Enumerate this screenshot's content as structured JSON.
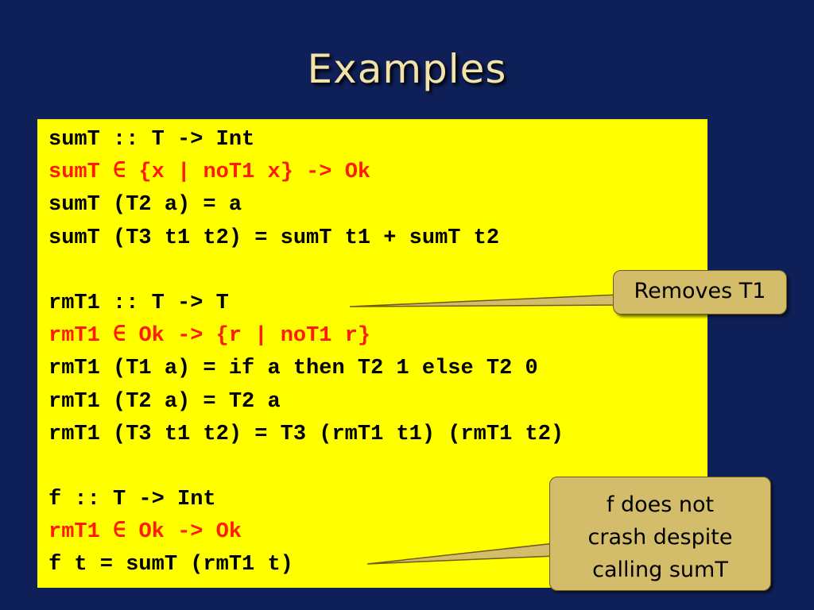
{
  "title": "Examples",
  "colors": {
    "background": "#0f2058",
    "code_background": "#ffff00",
    "code_text": "#000000",
    "code_highlight": "#ff1a00",
    "callout": "#d4bd6a",
    "title": "#f3e3a8"
  },
  "code_lines": [
    {
      "text": "sumT :: T -> Int",
      "color": "black"
    },
    {
      "text": "sumT ∈ {x | noT1 x} -> Ok",
      "color": "red"
    },
    {
      "text": "sumT (T2 a) = a",
      "color": "black"
    },
    {
      "text": "sumT (T3 t1 t2) = sumT t1 + sumT t2",
      "color": "black"
    },
    {
      "text": "",
      "color": "black"
    },
    {
      "text": "rmT1 :: T -> T",
      "color": "black"
    },
    {
      "text": "rmT1 ∈ Ok -> {r | noT1 r}",
      "color": "red"
    },
    {
      "text": "rmT1 (T1 a) = if a then T2 1 else T2 0",
      "color": "black"
    },
    {
      "text": "rmT1 (T2 a) = T2 a",
      "color": "black"
    },
    {
      "text": "rmT1 (T3 t1 t2) = T3 (rmT1 t1) (rmT1 t2)",
      "color": "black"
    },
    {
      "text": "",
      "color": "black"
    },
    {
      "text": "f :: T -> Int",
      "color": "black"
    },
    {
      "text": "rmT1 ∈ Ok -> Ok",
      "color": "red"
    },
    {
      "text": "f t = sumT (rmT1 t)",
      "color": "black"
    }
  ],
  "callouts": {
    "removes": {
      "text": "Removes T1"
    },
    "crash": {
      "line1": "f does not",
      "line2": "crash despite",
      "line3": "calling sumT"
    }
  }
}
